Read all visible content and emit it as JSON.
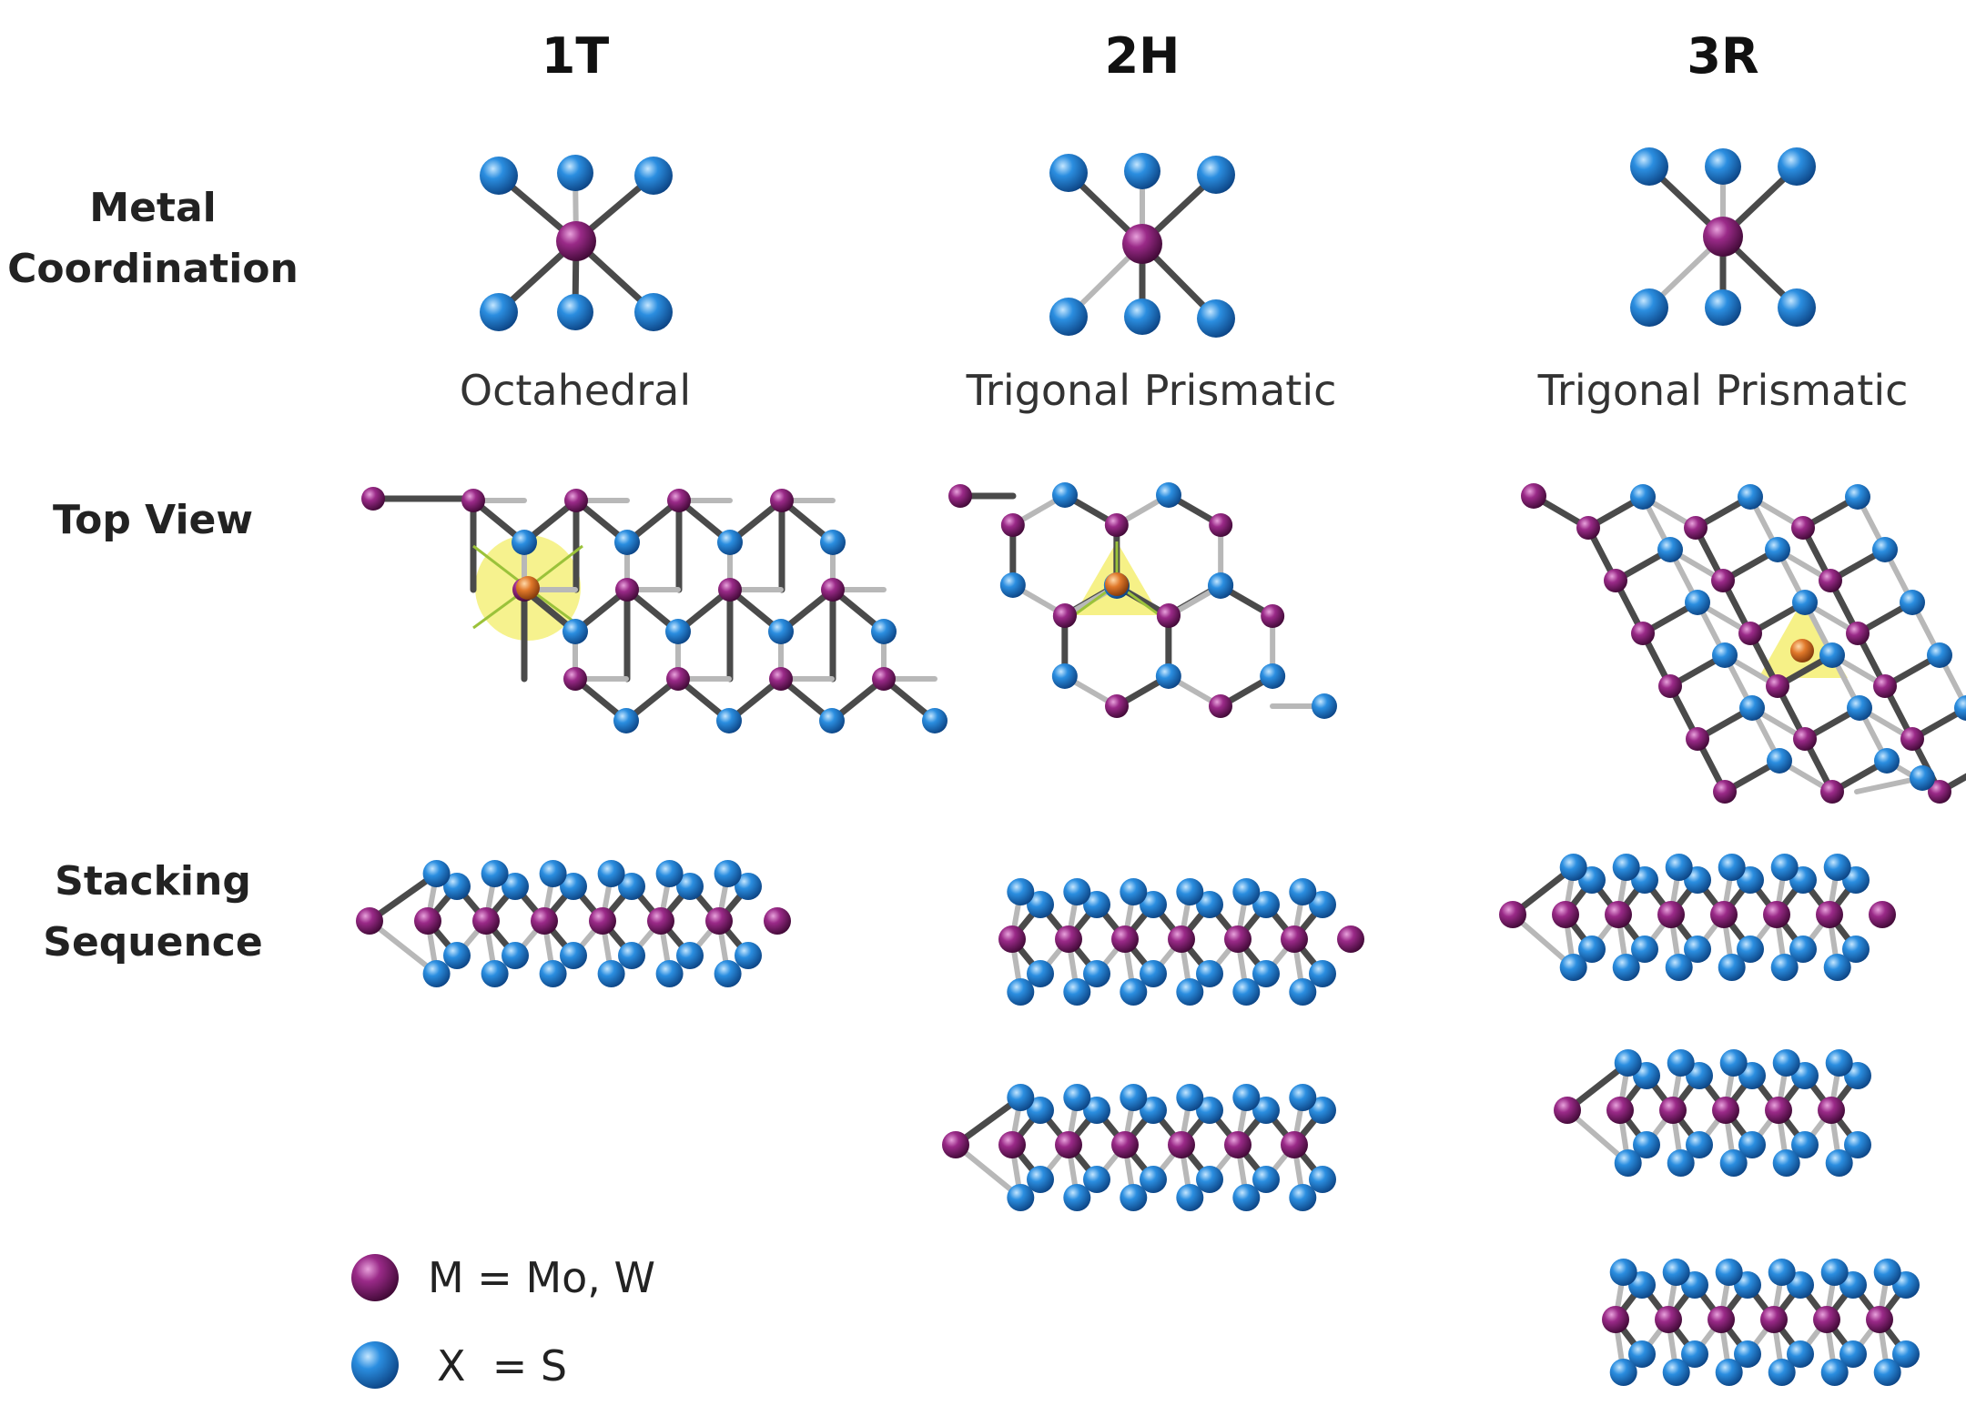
{
  "columns": [
    {
      "id": "1T",
      "title": "1T",
      "coordination": "Octahedral"
    },
    {
      "id": "2H",
      "title": "2H",
      "coordination": "Trigonal Prismatic"
    },
    {
      "id": "3R",
      "title": "3R",
      "coordination": "Trigonal Prismatic"
    }
  ],
  "row_labels": {
    "metal_coordination": [
      "Metal",
      "Coordination"
    ],
    "top_view": [
      "Top View"
    ],
    "stacking_sequence": [
      "Stacking",
      "Sequence"
    ]
  },
  "legend": [
    {
      "label": "M = Mo, W",
      "atom": "metal"
    },
    {
      "label": "X  = S",
      "atom": "chalcogen"
    }
  ],
  "colors": {
    "metal": "#7a1a68",
    "metal_light": "#d070c0",
    "chalcogen": "#1f7fd0",
    "chalcogen_light": "#9fd4ff",
    "bond_dark": "#4a4a4a",
    "bond_light": "#b8b8b8",
    "highlight": "#f5f07a",
    "center_atom": "#e07a28"
  }
}
